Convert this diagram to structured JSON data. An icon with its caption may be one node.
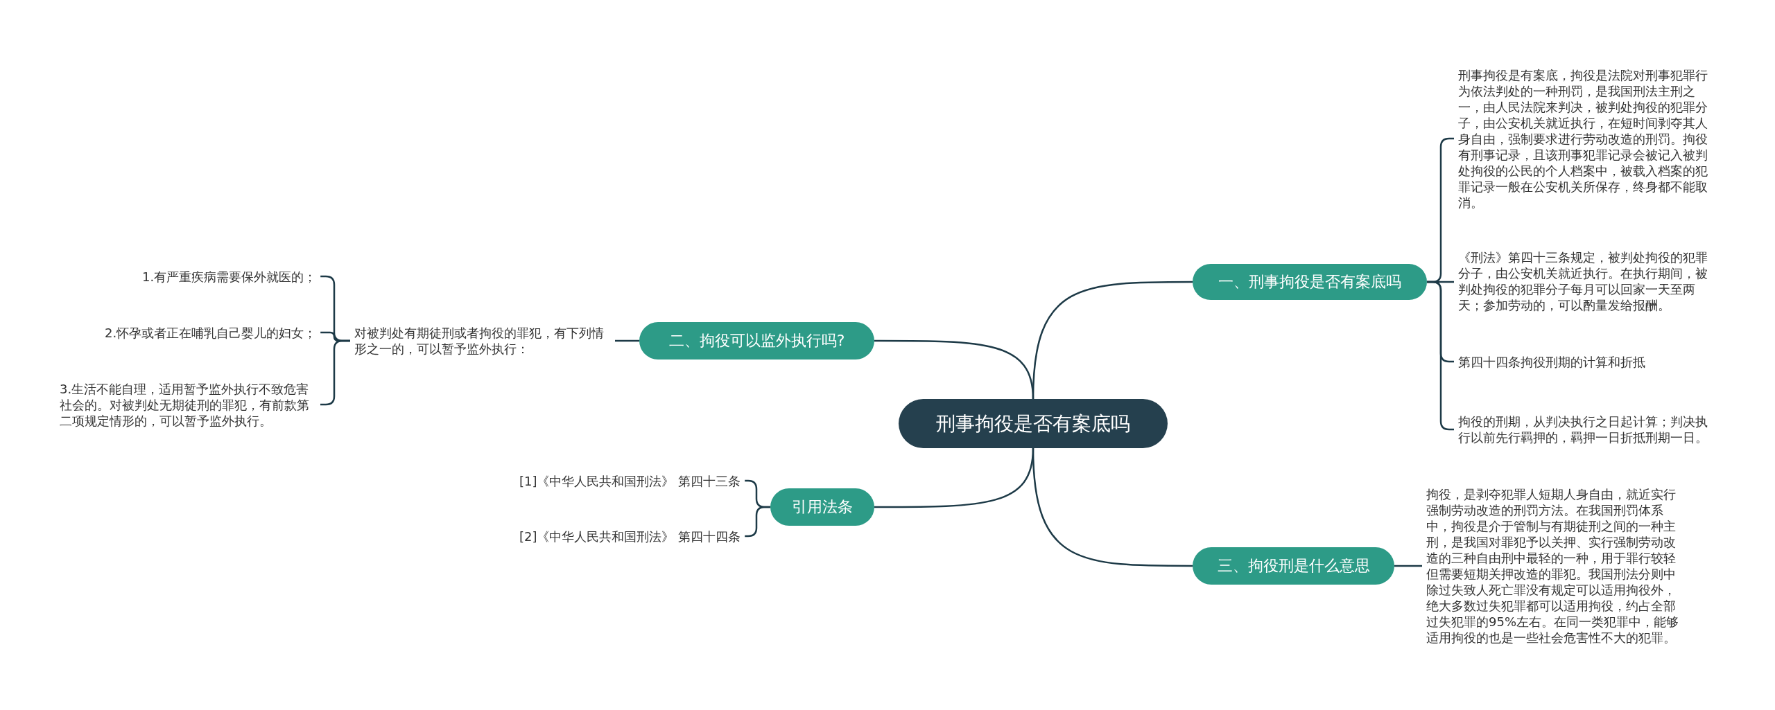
{
  "diagram": {
    "nodes": [
      {
        "text": [
          "刑事拘役是否有案底吗"
        ]
      },
      {
        "text": [
          "一、刑事拘役是否有案底吗"
        ]
      },
      {
        "text": [
          "刑事拘役是有案底，拘役是法院对刑事犯罪行为依法判处的一种刑罚，是我国刑法主刑之一，由人民法院来判决，被判处拘役的犯罪分子，由公安机关就近执行，在短时间剥夺其人身自由，强制要求进行劳动改造的刑罚。拘役有刑事记录，且该刑事犯罪记录会被记入被判处拘役的公民的个人档案中，被载入档案的犯罪记录一般在公安机关所保存，终身都不能取消。"
        ]
      },
      {
        "text": [
          "《刑法》第四十三条规定，被判处拘役的犯罪分子，由公安机关就近执行。在执行期间，被判处拘役的犯罪分子每月可以回家一天至两天；参加劳动的，可以酌量发给报酬。"
        ]
      },
      {
        "text": [
          "第四十四条拘役刑期的计算和折抵"
        ]
      },
      {
        "text": [
          "拘役的刑期，从判决执行之日起计算；判决执行以前先行羁押的，羁押一日折抵刑期一日。"
        ]
      },
      {
        "text": [
          "二、拘役可以监外执行吗?"
        ]
      },
      {
        "text": [
          "对被判处有期徒刑或者拘役的罪犯，有下列情形之一的，可以暂予监外执行："
        ]
      },
      {
        "text": [
          "1.有严重疾病需要保外就医的；"
        ]
      },
      {
        "text": [
          "2.怀孕或者正在哺乳自己婴儿的妇女；"
        ]
      },
      {
        "text": [
          "3.生活不能自理，适用暂予监外执行不致危害社会的。对被判处无期徒刑的罪犯，有前款第二项规定情形的，可以暂予监外执行。"
        ]
      },
      {
        "text": [
          "引用法条"
        ]
      },
      {
        "text": [
          "[1]《中华人民共和国刑法》 第四十三条"
        ]
      },
      {
        "text": [
          "[2]《中华人民共和国刑法》 第四十四条"
        ]
      },
      {
        "text": [
          "三、拘役刑是什么意思"
        ]
      },
      {
        "text": [
          "拘役，是剥夺犯罪人短期人身自由，就近实行强制劳动改造的刑罚方法。在我国刑罚体系中，拘役是介于管制与有期徒刑之间的一种主刑，是我国对罪犯予以关押、实行强制劳动改造的三种自由刑中最轻的一种，用于罪行较轻但需要短期关押改造的罪犯。我国刑法分则中除过失致人死亡罪没有规定可以适用拘役外，绝大多数过失犯罪都可以适用拘役，约占全部过失犯罪的95%左右。在同一类犯罪中，能够适用拘役的也是一些社会危害性不大的犯罪。"
        ]
      }
    ],
    "edges": [
      {
        "from": 0,
        "to": 1,
        "arrow": "none"
      },
      {
        "from": 1,
        "to": 2,
        "arrow": "none"
      },
      {
        "from": 1,
        "to": 3,
        "arrow": "none"
      },
      {
        "from": 1,
        "to": 4,
        "arrow": "none"
      },
      {
        "from": 1,
        "to": 5,
        "arrow": "none"
      },
      {
        "from": 0,
        "to": 6,
        "arrow": "none"
      },
      {
        "from": 6,
        "to": 7,
        "arrow": "none"
      },
      {
        "from": 7,
        "to": 8,
        "arrow": "none"
      },
      {
        "from": 7,
        "to": 9,
        "arrow": "none"
      },
      {
        "from": 7,
        "to": 10,
        "arrow": "none"
      },
      {
        "from": 0,
        "to": 11,
        "arrow": "none"
      },
      {
        "from": 11,
        "to": 12,
        "arrow": "none"
      },
      {
        "from": 11,
        "to": 13,
        "arrow": "none"
      },
      {
        "from": 0,
        "to": 14,
        "arrow": "none"
      },
      {
        "from": 14,
        "to": 15,
        "arrow": "none"
      }
    ]
  }
}
